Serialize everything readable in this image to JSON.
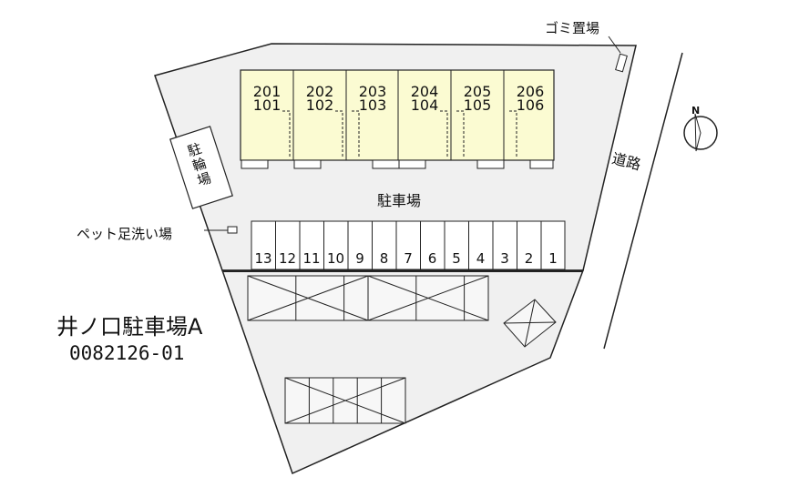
{
  "garbage_label": "ゴミ置場",
  "bike_parking_label": [
    "駐",
    "輪",
    "場"
  ],
  "pet_wash_label": "ペット足洗い場",
  "parking_label": "駐車場",
  "road_label": "道路",
  "north_label": "N",
  "property_name": "井ノ口駐車場A",
  "property_code": "0082126-01",
  "units": [
    {
      "upper": "201",
      "lower": "101"
    },
    {
      "upper": "202",
      "lower": "102"
    },
    {
      "upper": "203",
      "lower": "103"
    },
    {
      "upper": "204",
      "lower": "104"
    },
    {
      "upper": "205",
      "lower": "105"
    },
    {
      "upper": "206",
      "lower": "106"
    }
  ],
  "stalls": [
    "13",
    "12",
    "11",
    "10",
    "9",
    "8",
    "7",
    "6",
    "5",
    "4",
    "3",
    "2",
    "1"
  ],
  "colors": {
    "building": "#fbfbd2",
    "site": "#f0f0f0",
    "line": "#222222"
  }
}
